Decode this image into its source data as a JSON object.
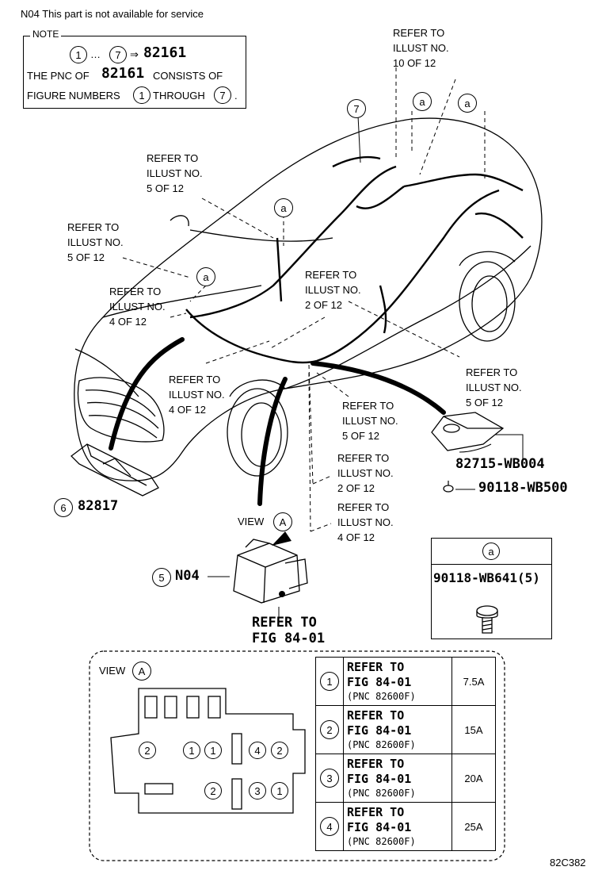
{
  "header": {
    "text": "N04 This part is not available for service"
  },
  "note": {
    "title": "NOTE",
    "range_start": "1",
    "range_sep": "…",
    "range_end": "7",
    "arrow": "⇒",
    "pnc": "82161",
    "line2_a": "THE PNC OF",
    "line2_pnc": "82161",
    "line2_b": "CONSISTS OF",
    "line3_a": "FIGURE NUMBERS",
    "line3_start": "1",
    "line3_mid": "THROUGH",
    "line3_end": "7",
    "line3_dot": "."
  },
  "refs": {
    "r10": [
      "REFER TO",
      "ILLUST NO.",
      "10 OF 12"
    ],
    "r5a": [
      "REFER TO",
      "ILLUST NO.",
      "5 OF 12"
    ],
    "r5b": [
      "REFER TO",
      "ILLUST NO.",
      "5 OF 12"
    ],
    "r4a": [
      "REFER TO",
      "ILLUST NO.",
      "4 OF 12"
    ],
    "r2a": [
      "REFER TO",
      "ILLUST NO.",
      "2 OF 12"
    ],
    "r4b": [
      "REFER TO",
      "ILLUST NO.",
      "4 OF 12"
    ],
    "r5c": [
      "REFER TO",
      "ILLUST NO.",
      "5 OF 12"
    ],
    "r5d": [
      "REFER TO",
      "ILLUST NO.",
      "5 OF 12"
    ],
    "r2b": [
      "REFER TO",
      "ILLUST NO.",
      "2 OF 12"
    ],
    "r4c": [
      "REFER TO",
      "ILLUST NO.",
      "4 OF 12"
    ]
  },
  "callouts": {
    "a": "a",
    "seven": "7",
    "six": "6",
    "five": "5",
    "A": "A"
  },
  "parts": {
    "p6": "82817",
    "p5": "N04",
    "p82715": "82715-WB004",
    "p90118": "90118-WB500",
    "boxa_label": "a",
    "boxa_part": "90118-WB641(5)"
  },
  "view": {
    "label": "VIEW",
    "letter": "A"
  },
  "fig_ref": {
    "line1": "REFER TO",
    "line2": "FIG 84-01"
  },
  "fuse_view": {
    "label": "VIEW",
    "letter": "A"
  },
  "fuse_table": [
    {
      "num": "1",
      "l1": "REFER TO",
      "l2": "FIG 84-01",
      "l3": "(PNC 82600F)",
      "amp": "7.5A"
    },
    {
      "num": "2",
      "l1": "REFER TO",
      "l2": "FIG 84-01",
      "l3": "(PNC 82600F)",
      "amp": "15A"
    },
    {
      "num": "3",
      "l1": "REFER TO",
      "l2": "FIG 84-01",
      "l3": "(PNC 82600F)",
      "amp": "20A"
    },
    {
      "num": "4",
      "l1": "REFER TO",
      "l2": "FIG 84-01",
      "l3": "(PNC 82600F)",
      "amp": "25A"
    }
  ],
  "fuse_slots": {
    "r1": [
      "2",
      "1",
      "1",
      "4",
      "2"
    ],
    "r2": [
      "2",
      "3",
      "1"
    ]
  },
  "footer": {
    "code": "82C382"
  }
}
